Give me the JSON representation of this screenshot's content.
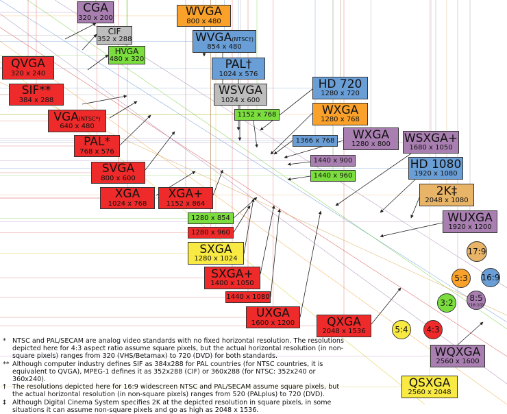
{
  "colors": {
    "red": "#ee2a2a",
    "purple": "#a97fb1",
    "orange": "#f9a12a",
    "blue": "#6a9ed6",
    "gray": "#bdbdbd",
    "green": "#7bdd3e",
    "yellow": "#f8ea42",
    "tan": "#e8b468"
  },
  "boxes": [
    {
      "id": "cga",
      "name": "CGA",
      "dims": "320 x 200",
      "color": "purple"
    },
    {
      "id": "cif",
      "name": "CIF",
      "dims": "352 x 288",
      "color": "gray",
      "small": true
    },
    {
      "id": "hvga",
      "name": "HVGA",
      "dims": "480 x 320",
      "color": "green",
      "small": true
    },
    {
      "id": "qvga",
      "name": "QVGA",
      "dims": "320 x 240",
      "color": "red"
    },
    {
      "id": "sif",
      "name": "SIF**",
      "dims": "384 x 288",
      "color": "red"
    },
    {
      "id": "wvga",
      "name": "WVGA",
      "dims": "800 x 480",
      "color": "orange"
    },
    {
      "id": "wvgantsc",
      "name": "WVGA",
      "suffix": "(NTSC†)",
      "dims": "854 x 480",
      "color": "blue"
    },
    {
      "id": "pal",
      "name": "PAL†",
      "dims": "1024 x 576",
      "color": "blue"
    },
    {
      "id": "wsvga",
      "name": "WSVGA",
      "dims": "1024 x 600",
      "color": "gray"
    },
    {
      "id": "vga",
      "name": "VGA",
      "suffix": "(NTSC*)",
      "dims": "640 x 480",
      "color": "red"
    },
    {
      "id": "palstar",
      "name": "PAL*",
      "dims": "768 x 576",
      "color": "red"
    },
    {
      "id": "svga",
      "name": "SVGA",
      "dims": "800 x 600",
      "color": "red"
    },
    {
      "id": "xga",
      "name": "XGA",
      "dims": "1024 x 768",
      "color": "red"
    },
    {
      "id": "xgaplus",
      "name": "XGA+",
      "dims": "1152 x 864",
      "color": "red"
    },
    {
      "id": "r1152x768",
      "single": "1152 x 768",
      "color": "green"
    },
    {
      "id": "hd720",
      "name": "HD 720",
      "dims": "1280 x 720",
      "color": "blue"
    },
    {
      "id": "wxga1",
      "name": "WXGA",
      "dims": "1280 x 768",
      "color": "orange"
    },
    {
      "id": "r1366x768",
      "single": "1366 x 768",
      "color": "blue"
    },
    {
      "id": "wxga2",
      "name": "WXGA",
      "dims": "1280 x 800",
      "color": "purple"
    },
    {
      "id": "wsxgaplus",
      "name": "WSXGA+",
      "dims": "1680 x 1050",
      "color": "purple"
    },
    {
      "id": "r1440x900",
      "single": "1440 x 900",
      "color": "purple"
    },
    {
      "id": "r1440x960",
      "single": "1440 x 960",
      "color": "green"
    },
    {
      "id": "hd1080",
      "name": "HD 1080",
      "dims": "1920 x 1080",
      "color": "blue"
    },
    {
      "id": "k2",
      "name": "2K‡",
      "dims": "2048 x 1080",
      "color": "tan"
    },
    {
      "id": "wuxga",
      "name": "WUXGA",
      "dims": "1920 x 1200",
      "color": "purple"
    },
    {
      "id": "r1280x854",
      "single": "1280 x 854",
      "color": "green"
    },
    {
      "id": "r1280x960",
      "single": "1280 x 960",
      "color": "red"
    },
    {
      "id": "sxga",
      "name": "SXGA",
      "dims": "1280 x 1024",
      "color": "yellow"
    },
    {
      "id": "sxgaplus",
      "name": "SXGA+",
      "dims": "1400 x 1050",
      "color": "red"
    },
    {
      "id": "r1440x1080",
      "single": "1440 x 1080",
      "color": "red"
    },
    {
      "id": "uxga",
      "name": "UXGA",
      "dims": "1600 x 1200",
      "color": "red"
    },
    {
      "id": "qxga",
      "name": "QXGA",
      "dims": "2048 x 1536",
      "color": "red"
    },
    {
      "id": "wqxga",
      "name": "WQXGA",
      "dims": "2560 x 1600",
      "color": "purple"
    },
    {
      "id": "qsxga",
      "name": "QSXGA",
      "dims": "2560 x 2048",
      "color": "yellow"
    }
  ],
  "ratios": [
    {
      "id": "r17_9",
      "label": "17:9",
      "color": "tan"
    },
    {
      "id": "r5_3",
      "label": "5:3",
      "color": "orange"
    },
    {
      "id": "r16_9",
      "label": "16:9",
      "color": "blue"
    },
    {
      "id": "r3_2",
      "label": "3:2",
      "color": "green"
    },
    {
      "id": "r8_5",
      "label": "8:5",
      "sub": "(16:10)",
      "color": "purple"
    },
    {
      "id": "r5_4",
      "label": "5:4",
      "color": "yellow"
    },
    {
      "id": "r4_3",
      "label": "4:3",
      "color": "red"
    }
  ],
  "notes": [
    {
      "mark": "*",
      "text": "NTSC and PAL/SECAM are analog video standards with no fixed horizontal resolution. The resolutions depicted here for 4:3 aspect ratio assume square pixels, but the actual horizontal resolution (in non-square pixels) ranges from 320 (VHS/Betamax) to 720 (DVD) for both standards."
    },
    {
      "mark": "**",
      "text": "Although computer industry defines SIF as 384x288 for PAL countries (for NTSC countries, it is equivalent to QVGA), MPEG-1 defines it as 352x288 (CIF) or 360x288 (for NTSC: 352x240 or 360x240)."
    },
    {
      "mark": "†",
      "text": "The resolutions depicted here for 16:9 widescreen NTSC and PAL/SECAM assume square pixels, but the actual horizontal resolution (in non-square pixels) ranges from 520 (PALplus) to 720 (DVD)."
    },
    {
      "mark": "‡",
      "text": "Although Digital Cinema System specifies 2K at the depicted resolution in square pixels, in some situations it can assume non-square pixels and go as high as 2048 x 1536."
    }
  ]
}
